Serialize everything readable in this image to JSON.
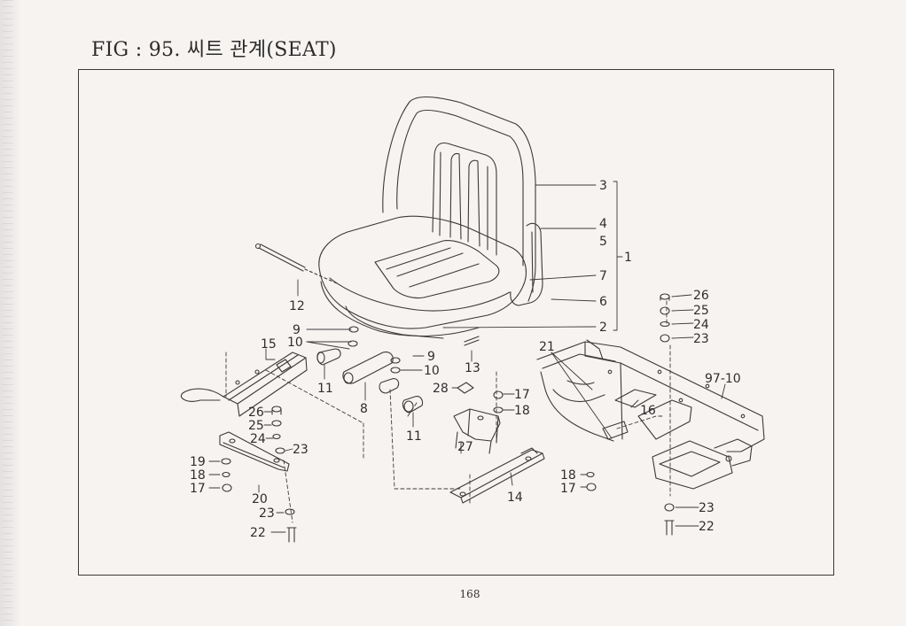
{
  "title": "FIG : 95. 씨트 관계(SEAT)",
  "page_number": "168",
  "callouts": {
    "c1": "1",
    "c2": "2",
    "c3": "3",
    "c4": "4",
    "c5": "5",
    "c6": "6",
    "c7": "7",
    "c8": "8",
    "c9a": "9",
    "c9b": "9",
    "c10a": "10",
    "c10b": "10",
    "c11a": "11",
    "c11b": "11",
    "c12": "12",
    "c13": "13",
    "c14": "14",
    "c15": "15",
    "c16": "16",
    "c17a": "17",
    "c17b": "17",
    "c17c": "17",
    "c18a": "18",
    "c18b": "18",
    "c18c": "18",
    "c19": "19",
    "c20": "20",
    "c21": "21",
    "c22a": "22",
    "c22b": "22",
    "c23a": "23",
    "c23b": "23",
    "c23c": "23",
    "c23d": "23",
    "c24a": "24",
    "c24b": "24",
    "c25a": "25",
    "c25b": "25",
    "c26a": "26",
    "c26b": "26",
    "c27": "27",
    "c28": "28",
    "c97": "97-10"
  }
}
